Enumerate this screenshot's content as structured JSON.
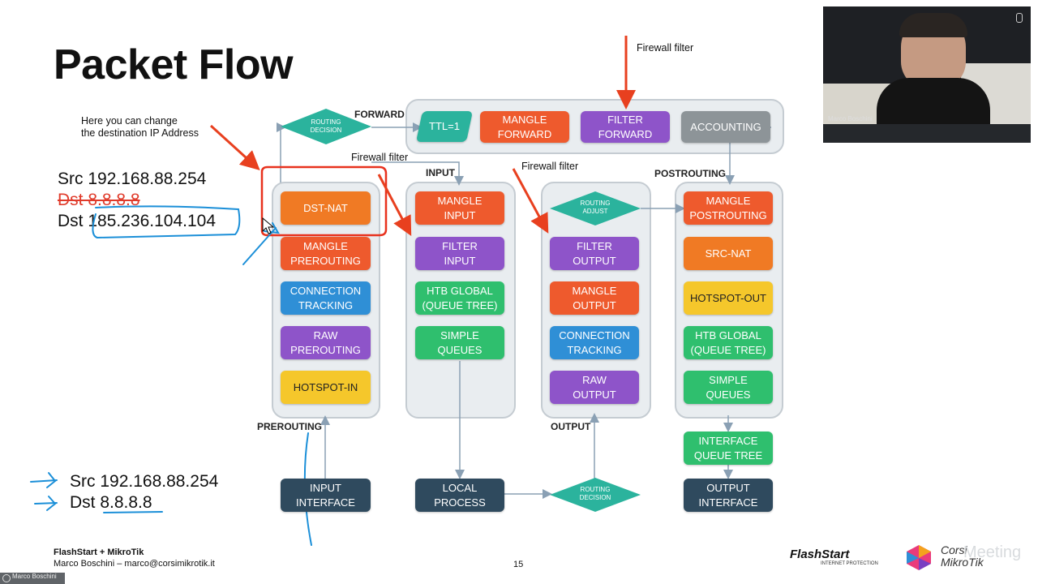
{
  "slide": {
    "title": "Packet Flow",
    "page_number": "15",
    "footer_line1": "FlashStart + MikroTik",
    "footer_line2": "Marco Boschini – marco@corsimikrotik.it"
  },
  "annotations": {
    "dst_change_note_line1": "Here you can change",
    "dst_change_note_line2": "the destination IP Address",
    "firewall_filter_top": "Firewall filter",
    "firewall_filter_input": "Firewall filter",
    "firewall_filter_output": "Firewall filter",
    "src_top": "Src 192.168.88.254",
    "dst_old": "Dst 8.8.8.8",
    "dst_new_prefix": "Dst ",
    "dst_new_value": "185.236.104.104",
    "src_bottom": "Src 192.168.88.254",
    "dst_bottom_prefix": "Dst ",
    "dst_bottom_value": "8.8.8.8"
  },
  "diagram": {
    "sections": {
      "forward": "FORWARD",
      "input": "INPUT",
      "postrouting": "POSTROUTING",
      "prerouting": "PREROUTING",
      "output": "OUTPUT"
    },
    "forward_chain": [
      "TTL=1",
      "MANGLE\nFORWARD",
      "FILTER\nFORWARD",
      "ACCOUNTING"
    ],
    "routing_decision_top": "ROUTING\nDECISION",
    "prerouting_chain": [
      "DST-NAT",
      "MANGLE\nPREROUTING",
      "CONNECTION\nTRACKING",
      "RAW\nPREROUTING",
      "HOTSPOT-IN"
    ],
    "input_chain": [
      "MANGLE\nINPUT",
      "FILTER\nINPUT",
      "HTB GLOBAL\n(QUEUE TREE)",
      "SIMPLE\nQUEUES"
    ],
    "output_chain_diamond": "ROUTING\nADJUST",
    "output_chain": [
      "FILTER\nOUTPUT",
      "MANGLE\nOUTPUT",
      "CONNECTION\nTRACKING",
      "RAW\nOUTPUT"
    ],
    "postrouting_chain": [
      "MANGLE\nPOSTROUTING",
      "SRC-NAT",
      "HOTSPOT-OUT",
      "HTB GLOBAL\n(QUEUE TREE)",
      "SIMPLE\nQUEUES",
      "INTERFACE\nQUEUE TREE"
    ],
    "input_interface": "INPUT\nINTERFACE",
    "local_process": "LOCAL\nPROCESS",
    "routing_decision_bottom": "ROUTING\nDECISION",
    "output_interface": "OUTPUT\nINTERFACE"
  },
  "branding": {
    "flashstart": "FlashStart",
    "flashstart_sub": "INTERNET PROTECTION",
    "corsi": "Corsi",
    "mikrotik": "MikroTik",
    "meeting_watermark": "Meeting"
  },
  "webcam": {
    "presenter_name": "Marco Boschini"
  },
  "participant_tag": "Marco Boschini"
}
